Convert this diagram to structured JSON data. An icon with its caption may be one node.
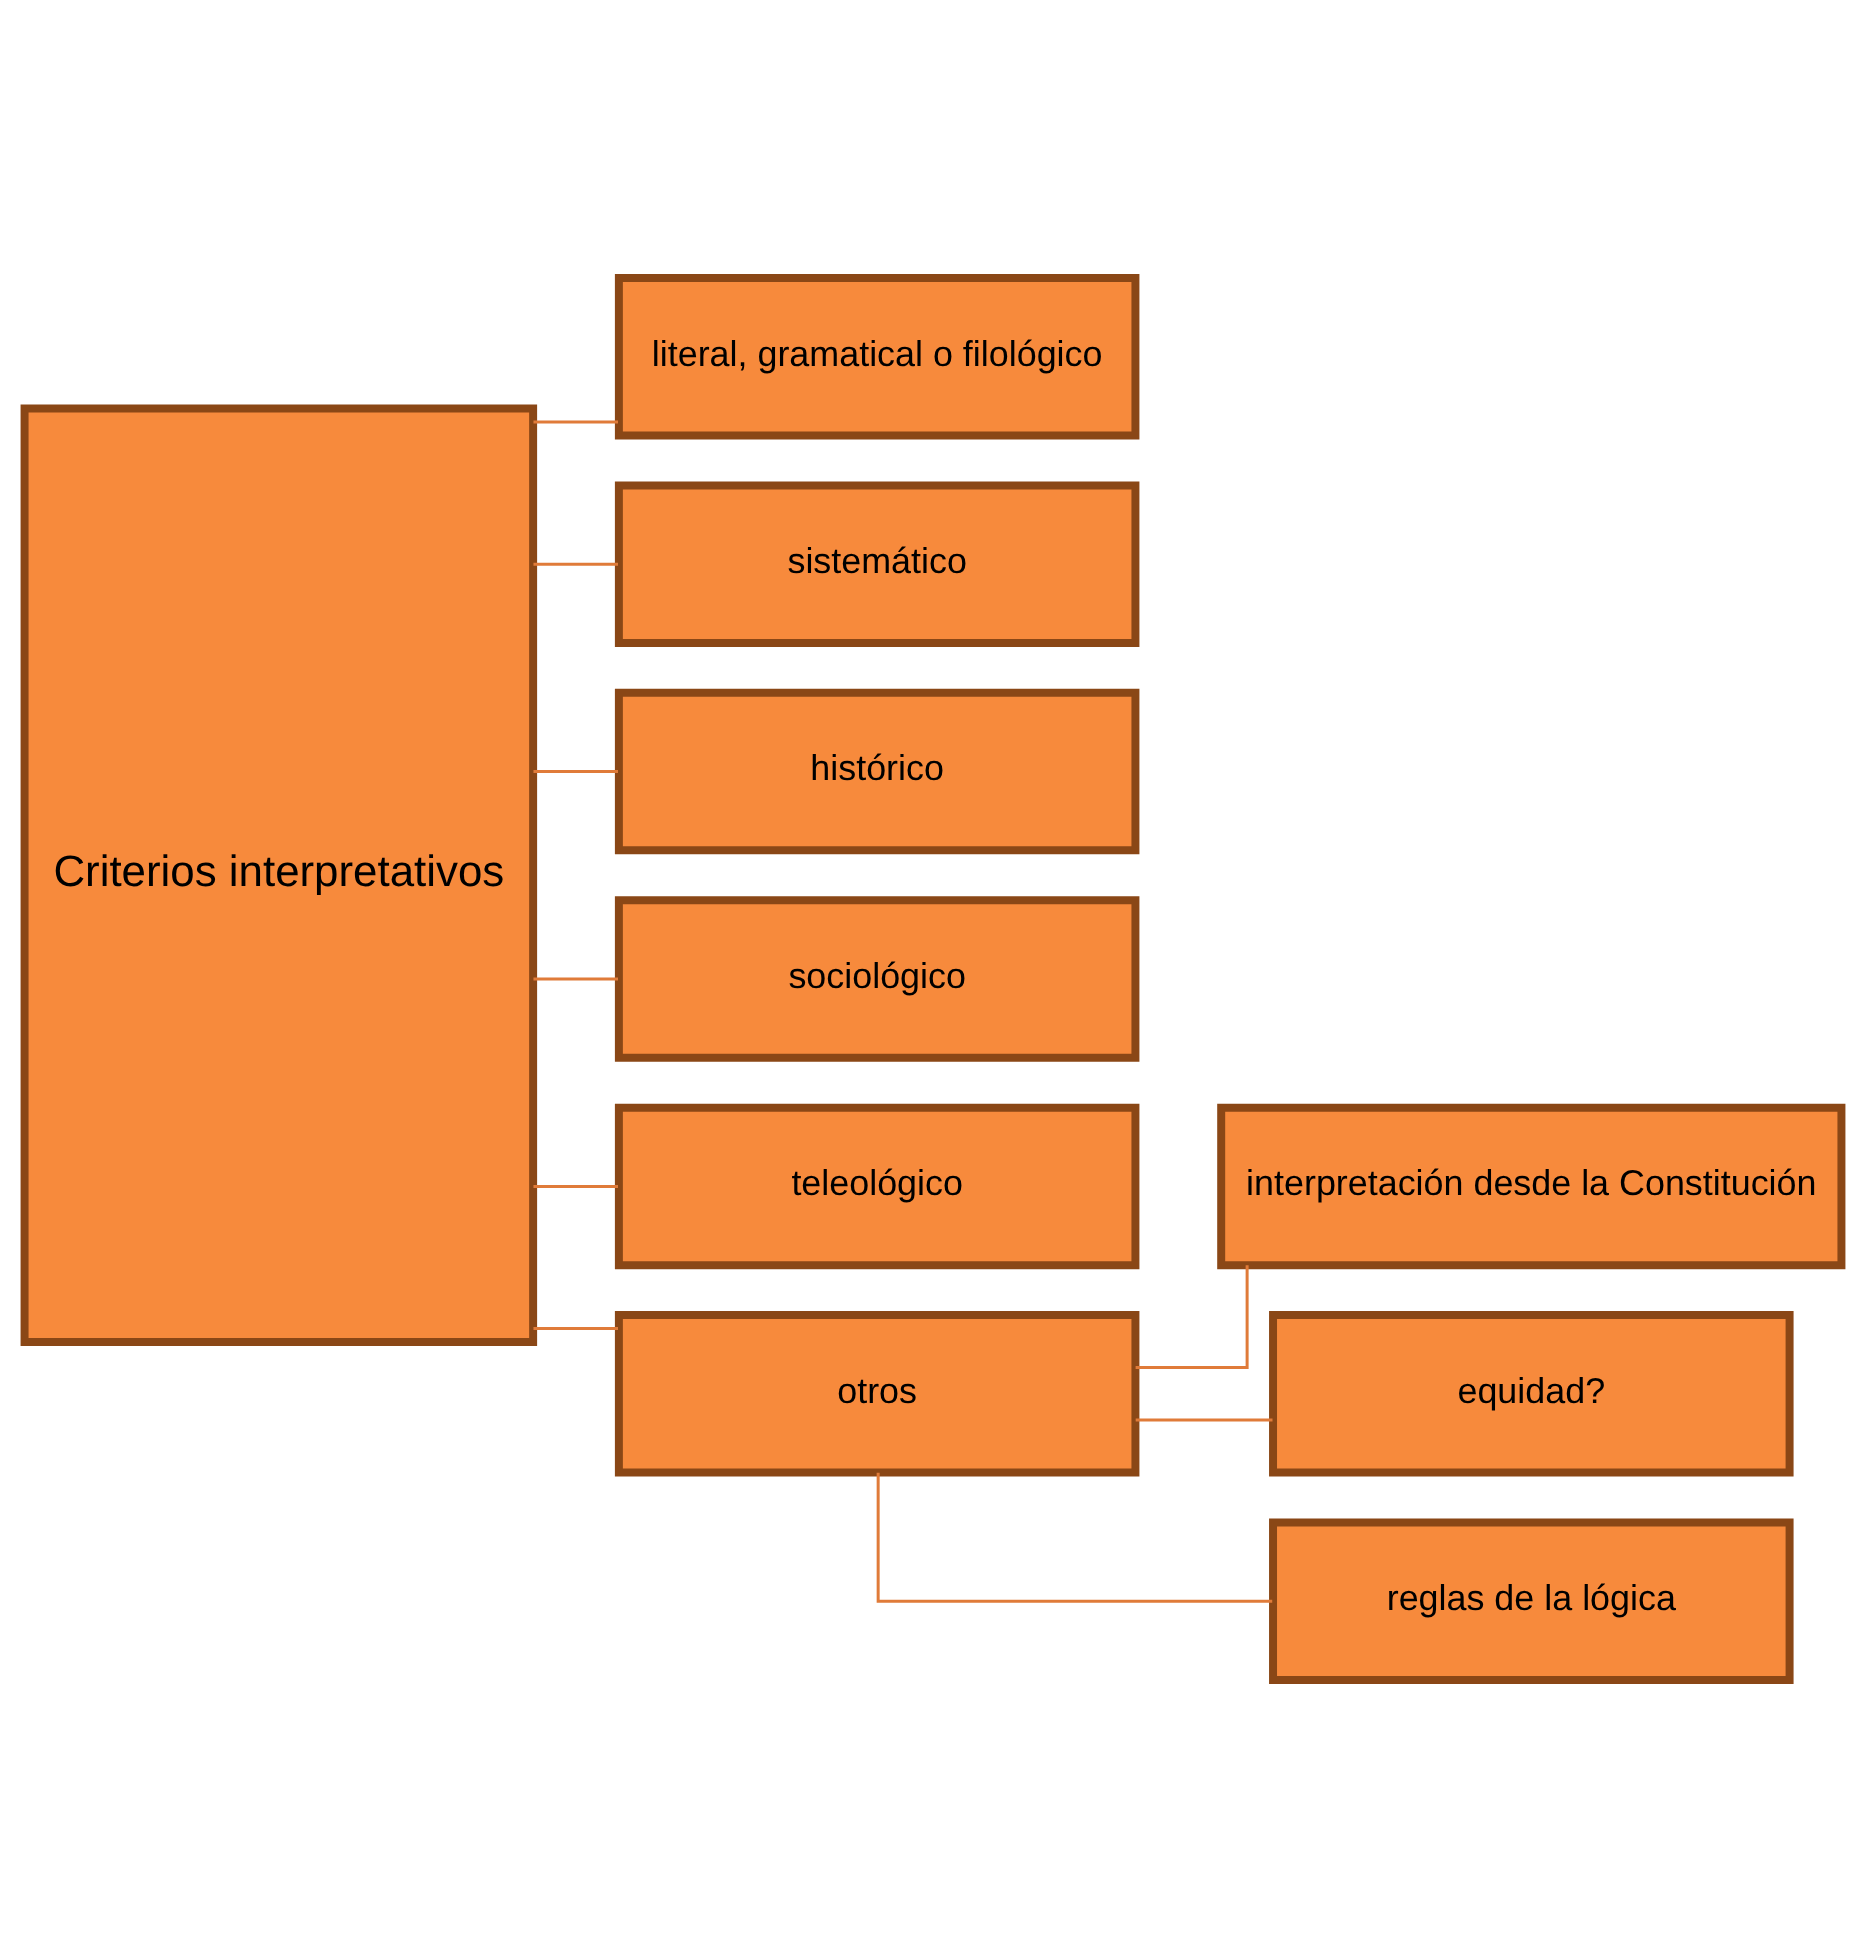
{
  "diagram": {
    "nodes": [
      {
        "text": [
          "Criterios interpretativos"
        ]
      },
      {
        "text": [
          "literal, gramatical o filológico"
        ]
      },
      {
        "text": [
          "sistemático"
        ]
      },
      {
        "text": [
          "histórico"
        ]
      },
      {
        "text": [
          "sociológico"
        ]
      },
      {
        "text": [
          "teleológico"
        ]
      },
      {
        "text": [
          "otros"
        ]
      },
      {
        "text": [
          "interpretación desde la Constitución"
        ]
      },
      {
        "text": [
          "equidad?"
        ]
      },
      {
        "text": [
          "reglas de la lógica"
        ]
      }
    ],
    "edges": [
      {
        "from": 0,
        "to": 1,
        "arrow": "none"
      },
      {
        "from": 0,
        "to": 2,
        "arrow": "none"
      },
      {
        "from": 0,
        "to": 3,
        "arrow": "none"
      },
      {
        "from": 0,
        "to": 4,
        "arrow": "none"
      },
      {
        "from": 0,
        "to": 5,
        "arrow": "none"
      },
      {
        "from": 0,
        "to": 6,
        "arrow": "none"
      },
      {
        "from": 6,
        "to": 7,
        "arrow": "none"
      },
      {
        "from": 6,
        "to": 8,
        "arrow": "none"
      },
      {
        "from": 6,
        "to": 9,
        "arrow": "none"
      }
    ]
  }
}
